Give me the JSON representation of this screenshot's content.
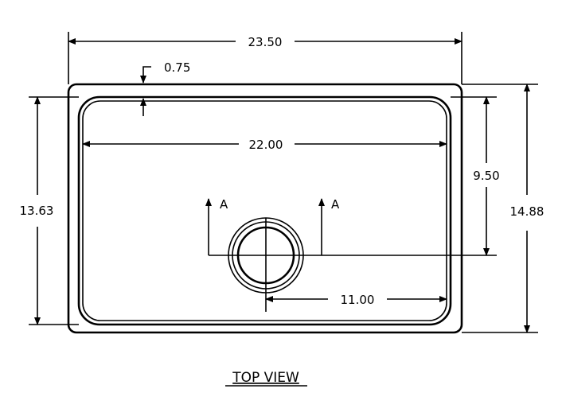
{
  "drawing": {
    "title": "TOP VIEW",
    "section_marker_left": "A",
    "section_marker_right": "A",
    "dimensions": {
      "overall_width": "23.50",
      "bowl_width": "22.00",
      "rim_offset": "0.75",
      "bowl_depth": "13.63",
      "overall_depth": "14.88",
      "drain_back_offset": "9.50",
      "drain_side_offset": "11.00"
    }
  }
}
